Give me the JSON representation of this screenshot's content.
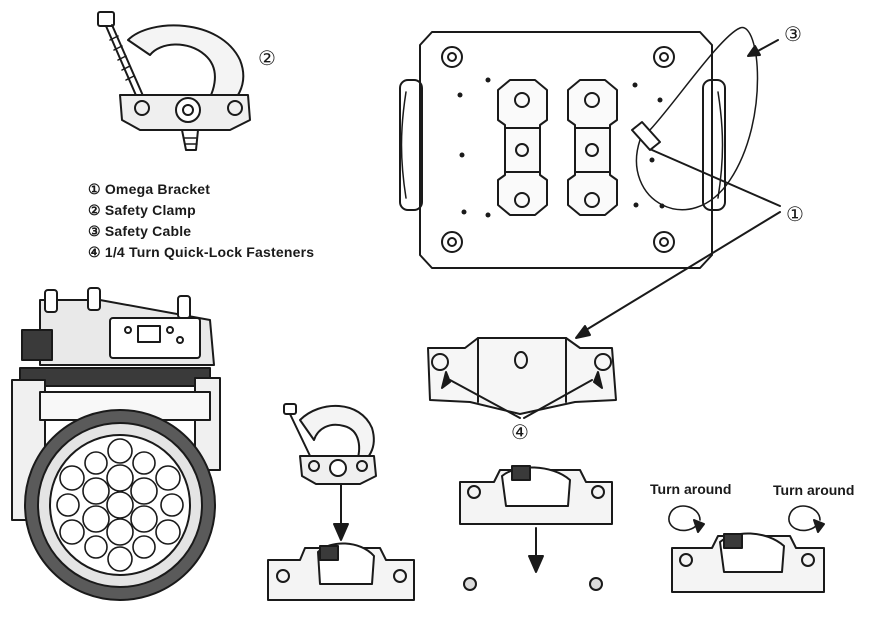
{
  "legend": [
    "① Omega Bracket",
    "② Safety Clamp",
    "③ Safety Cable",
    "④ 1/4 Turn Quick-Lock Fasteners"
  ],
  "callouts": {
    "clamp": "②",
    "cable": "③",
    "bracket": "①",
    "fasteners": "④"
  },
  "turn_labels": [
    "Turn around",
    "Turn around"
  ],
  "colors": {
    "ink": "#1a1a1a",
    "shade": "#3a3a3a",
    "light": "#d8d8d8"
  }
}
